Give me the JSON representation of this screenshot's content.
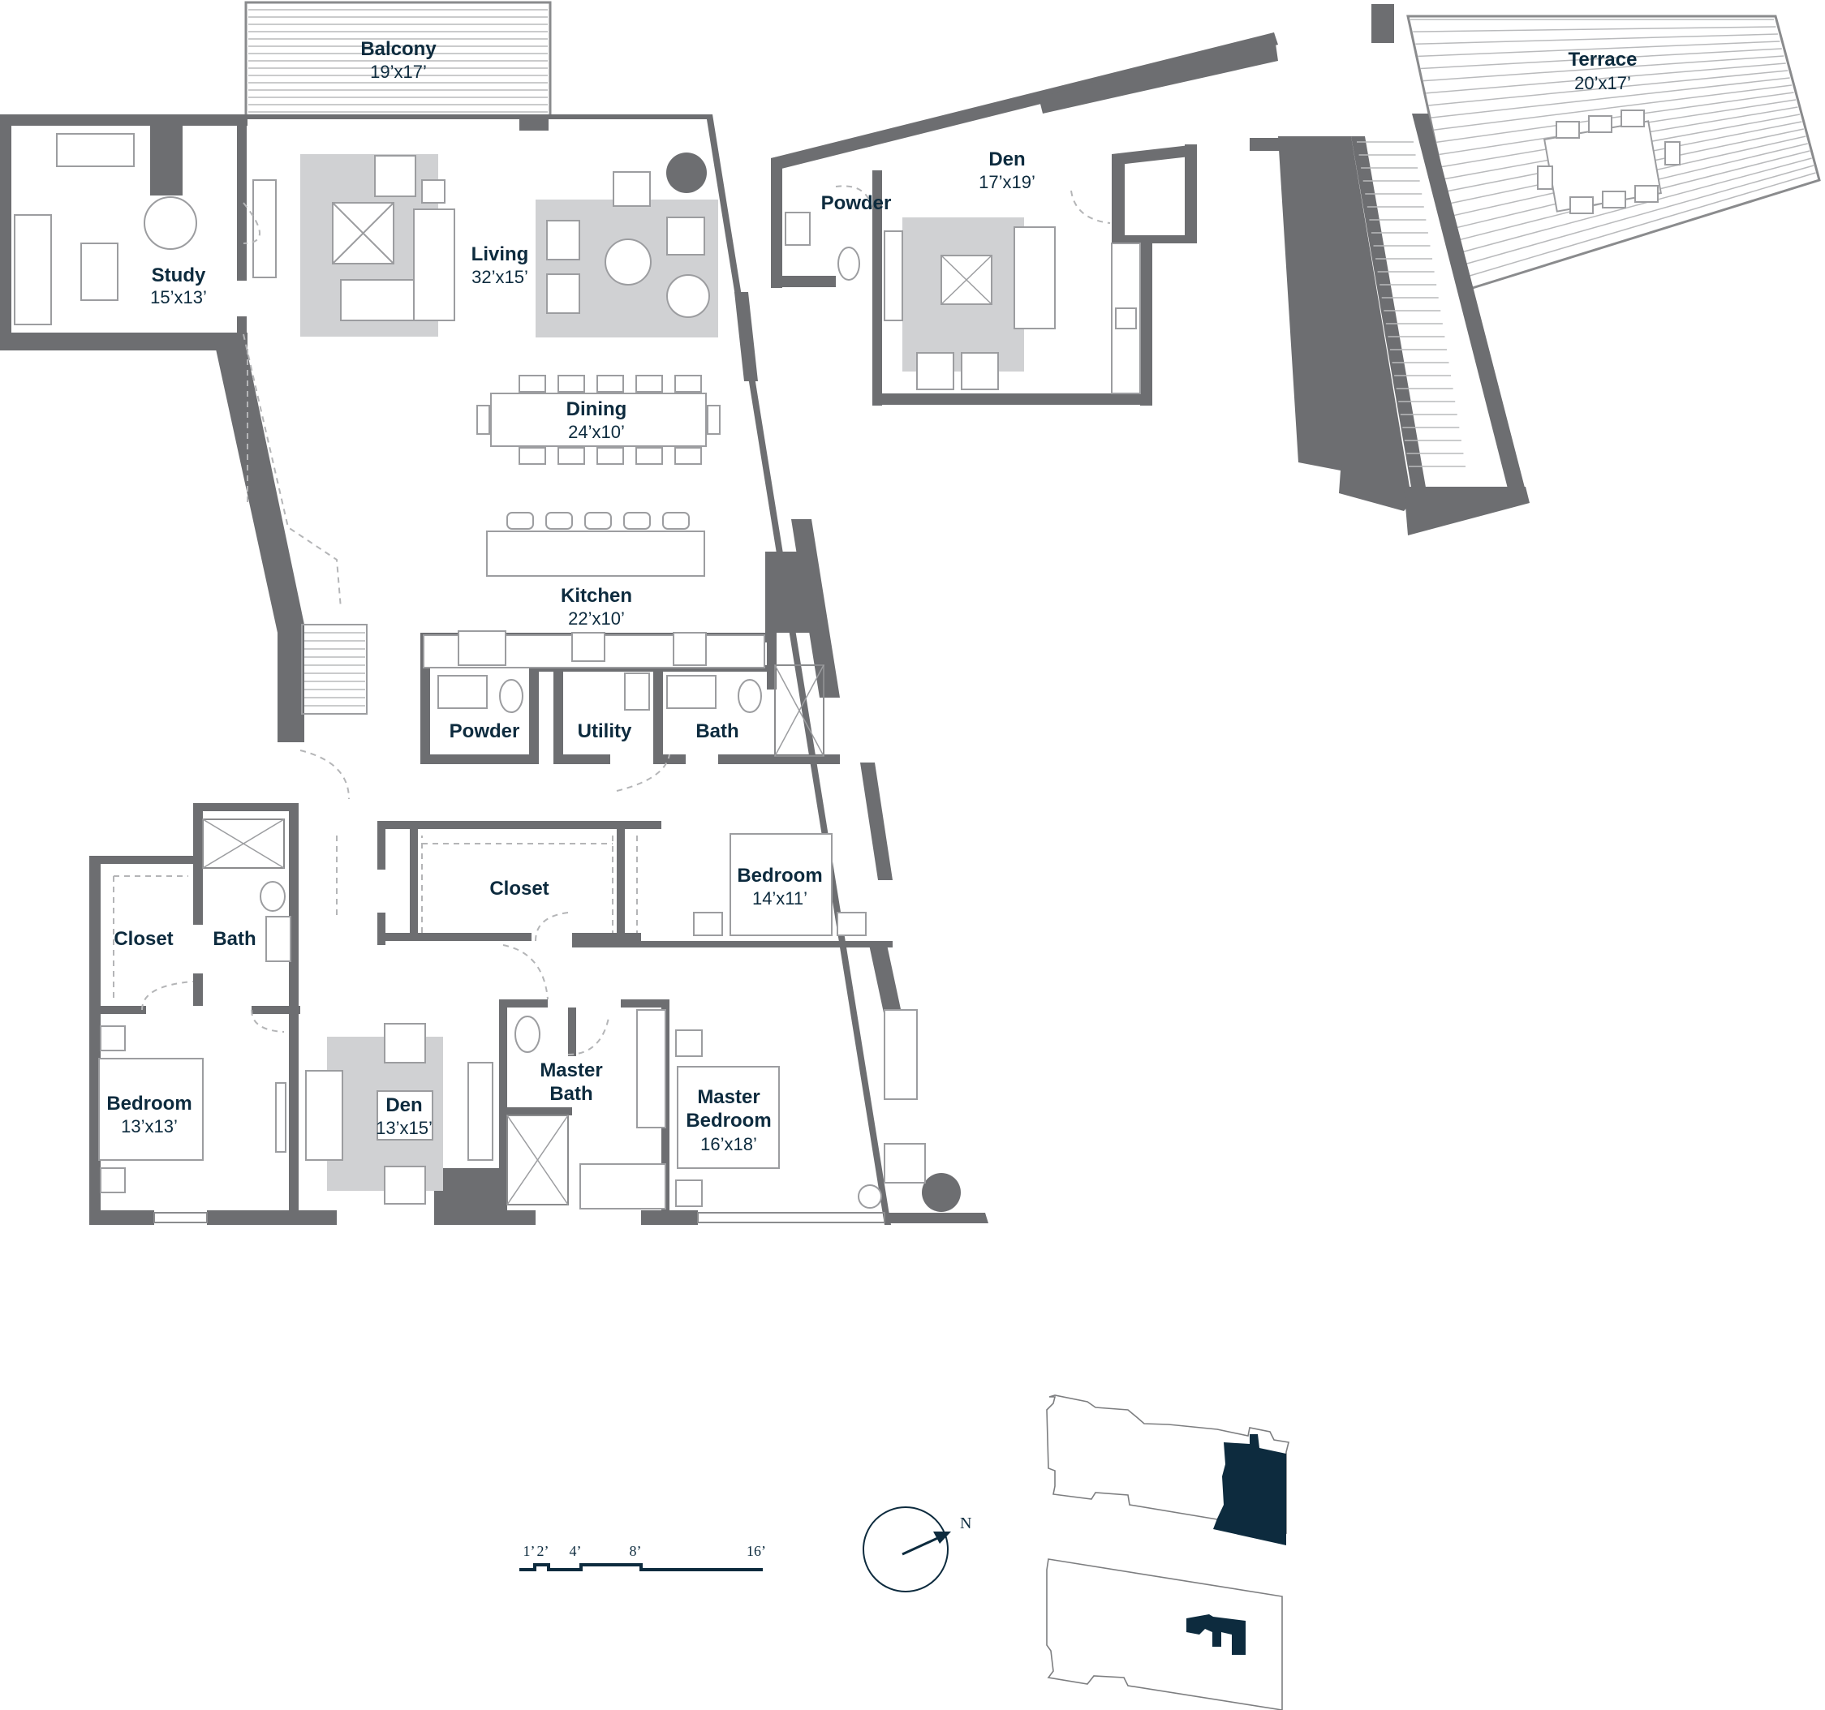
{
  "rooms": {
    "balcony": {
      "name": "Balcony",
      "dim": "19’x17’"
    },
    "study": {
      "name": "Study",
      "dim": "15’x13’"
    },
    "living": {
      "name": "Living",
      "dim": "32’x15’"
    },
    "dining": {
      "name": "Dining",
      "dim": "24’x10’"
    },
    "kitchen": {
      "name": "Kitchen",
      "dim": "22’x10’"
    },
    "powder_main": {
      "name": "Powder"
    },
    "utility": {
      "name": "Utility"
    },
    "bath_main": {
      "name": "Bath"
    },
    "closet_center": {
      "name": "Closet"
    },
    "bedroom_east": {
      "name": "Bedroom",
      "dim": "14’x11’"
    },
    "closet_west": {
      "name": "Closet"
    },
    "bath_west": {
      "name": "Bath"
    },
    "bedroom_west": {
      "name": "Bedroom",
      "dim": "13’x13’"
    },
    "den_lower": {
      "name": "Den",
      "dim": "13’x15’"
    },
    "master_bath": {
      "name_line1": "Master",
      "name_line2": "Bath"
    },
    "master_bedroom": {
      "name_line1": "Master",
      "name_line2": "Bedroom",
      "dim": "16’x18’"
    },
    "den_upper": {
      "name": "Den",
      "dim": "17’x19’"
    },
    "powder_upper": {
      "name": "Powder"
    },
    "terrace": {
      "name": "Terrace",
      "dim": "20’x17’"
    }
  },
  "scale_bar": {
    "labels": [
      "1’",
      "2’",
      "4’",
      "8’",
      "16’"
    ]
  },
  "compass": {
    "label": "N"
  },
  "colors": {
    "wall": "#6d6e71",
    "rug": "#d0d1d3",
    "text": "#0d2b3e",
    "key_unit": "#0d2b3e"
  }
}
